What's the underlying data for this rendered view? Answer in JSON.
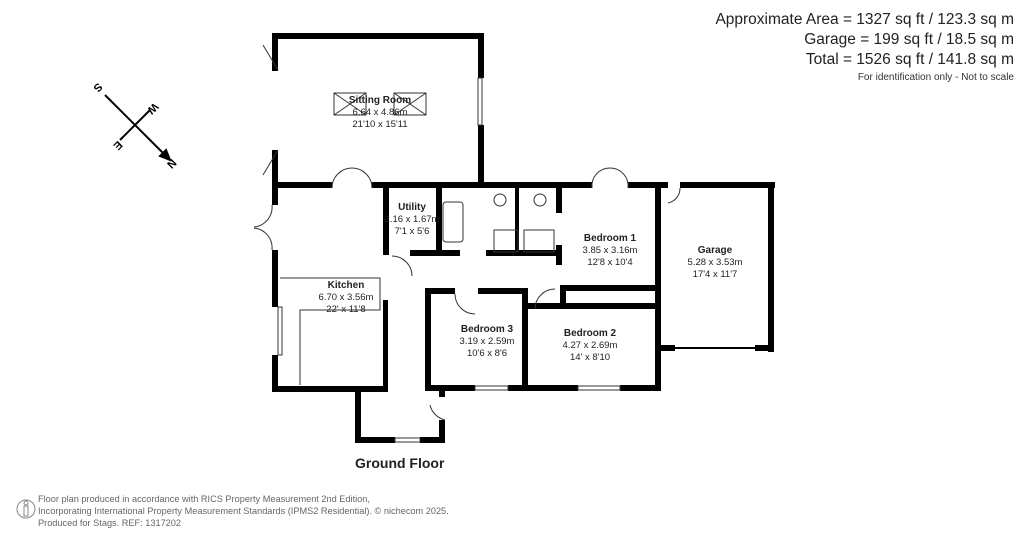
{
  "areas": {
    "approximate": "Approximate Area = 1327 sq ft / 123.3 sq m",
    "garage": "Garage = 199 sq ft / 18.5 sq m",
    "total": "Total = 1526 sq ft / 141.8 sq m",
    "note": "For identification only - Not to scale"
  },
  "compass": {
    "n": "N",
    "s": "S",
    "e": "E",
    "w": "W"
  },
  "rooms": [
    {
      "name": "Sitting Room",
      "metric": "6.64 x 4.86m",
      "imperial": "21'10 x 15'11"
    },
    {
      "name": "Utility",
      "metric": "2.16 x 1.67m",
      "imperial": "7'1 x 5'6"
    },
    {
      "name": "Bedroom 1",
      "metric": "3.85 x 3.16m",
      "imperial": "12'8 x 10'4"
    },
    {
      "name": "Garage",
      "metric": "5.28 x 3.53m",
      "imperial": "17'4 x 11'7"
    },
    {
      "name": "Kitchen",
      "metric": "6.70 x 3.56m",
      "imperial": "22' x 11'8"
    },
    {
      "name": "Bedroom 3",
      "metric": "3.19 x 2.59m",
      "imperial": "10'6 x 8'6"
    },
    {
      "name": "Bedroom 2",
      "metric": "4.27 x 2.69m",
      "imperial": "14' x 8'10"
    }
  ],
  "floor_label": "Ground Floor",
  "footer": {
    "line1": "Floor plan produced in accordance with RICS Property Measurement 2nd Edition,",
    "line2": "Incorporating International Property Measurement Standards (IPMS2 Residential).   © nichecom 2025.",
    "line3": "Produced for Stags.   REF: 1317202"
  },
  "colors": {
    "wall": "#000000",
    "text": "#222222",
    "footer": "#666666"
  }
}
